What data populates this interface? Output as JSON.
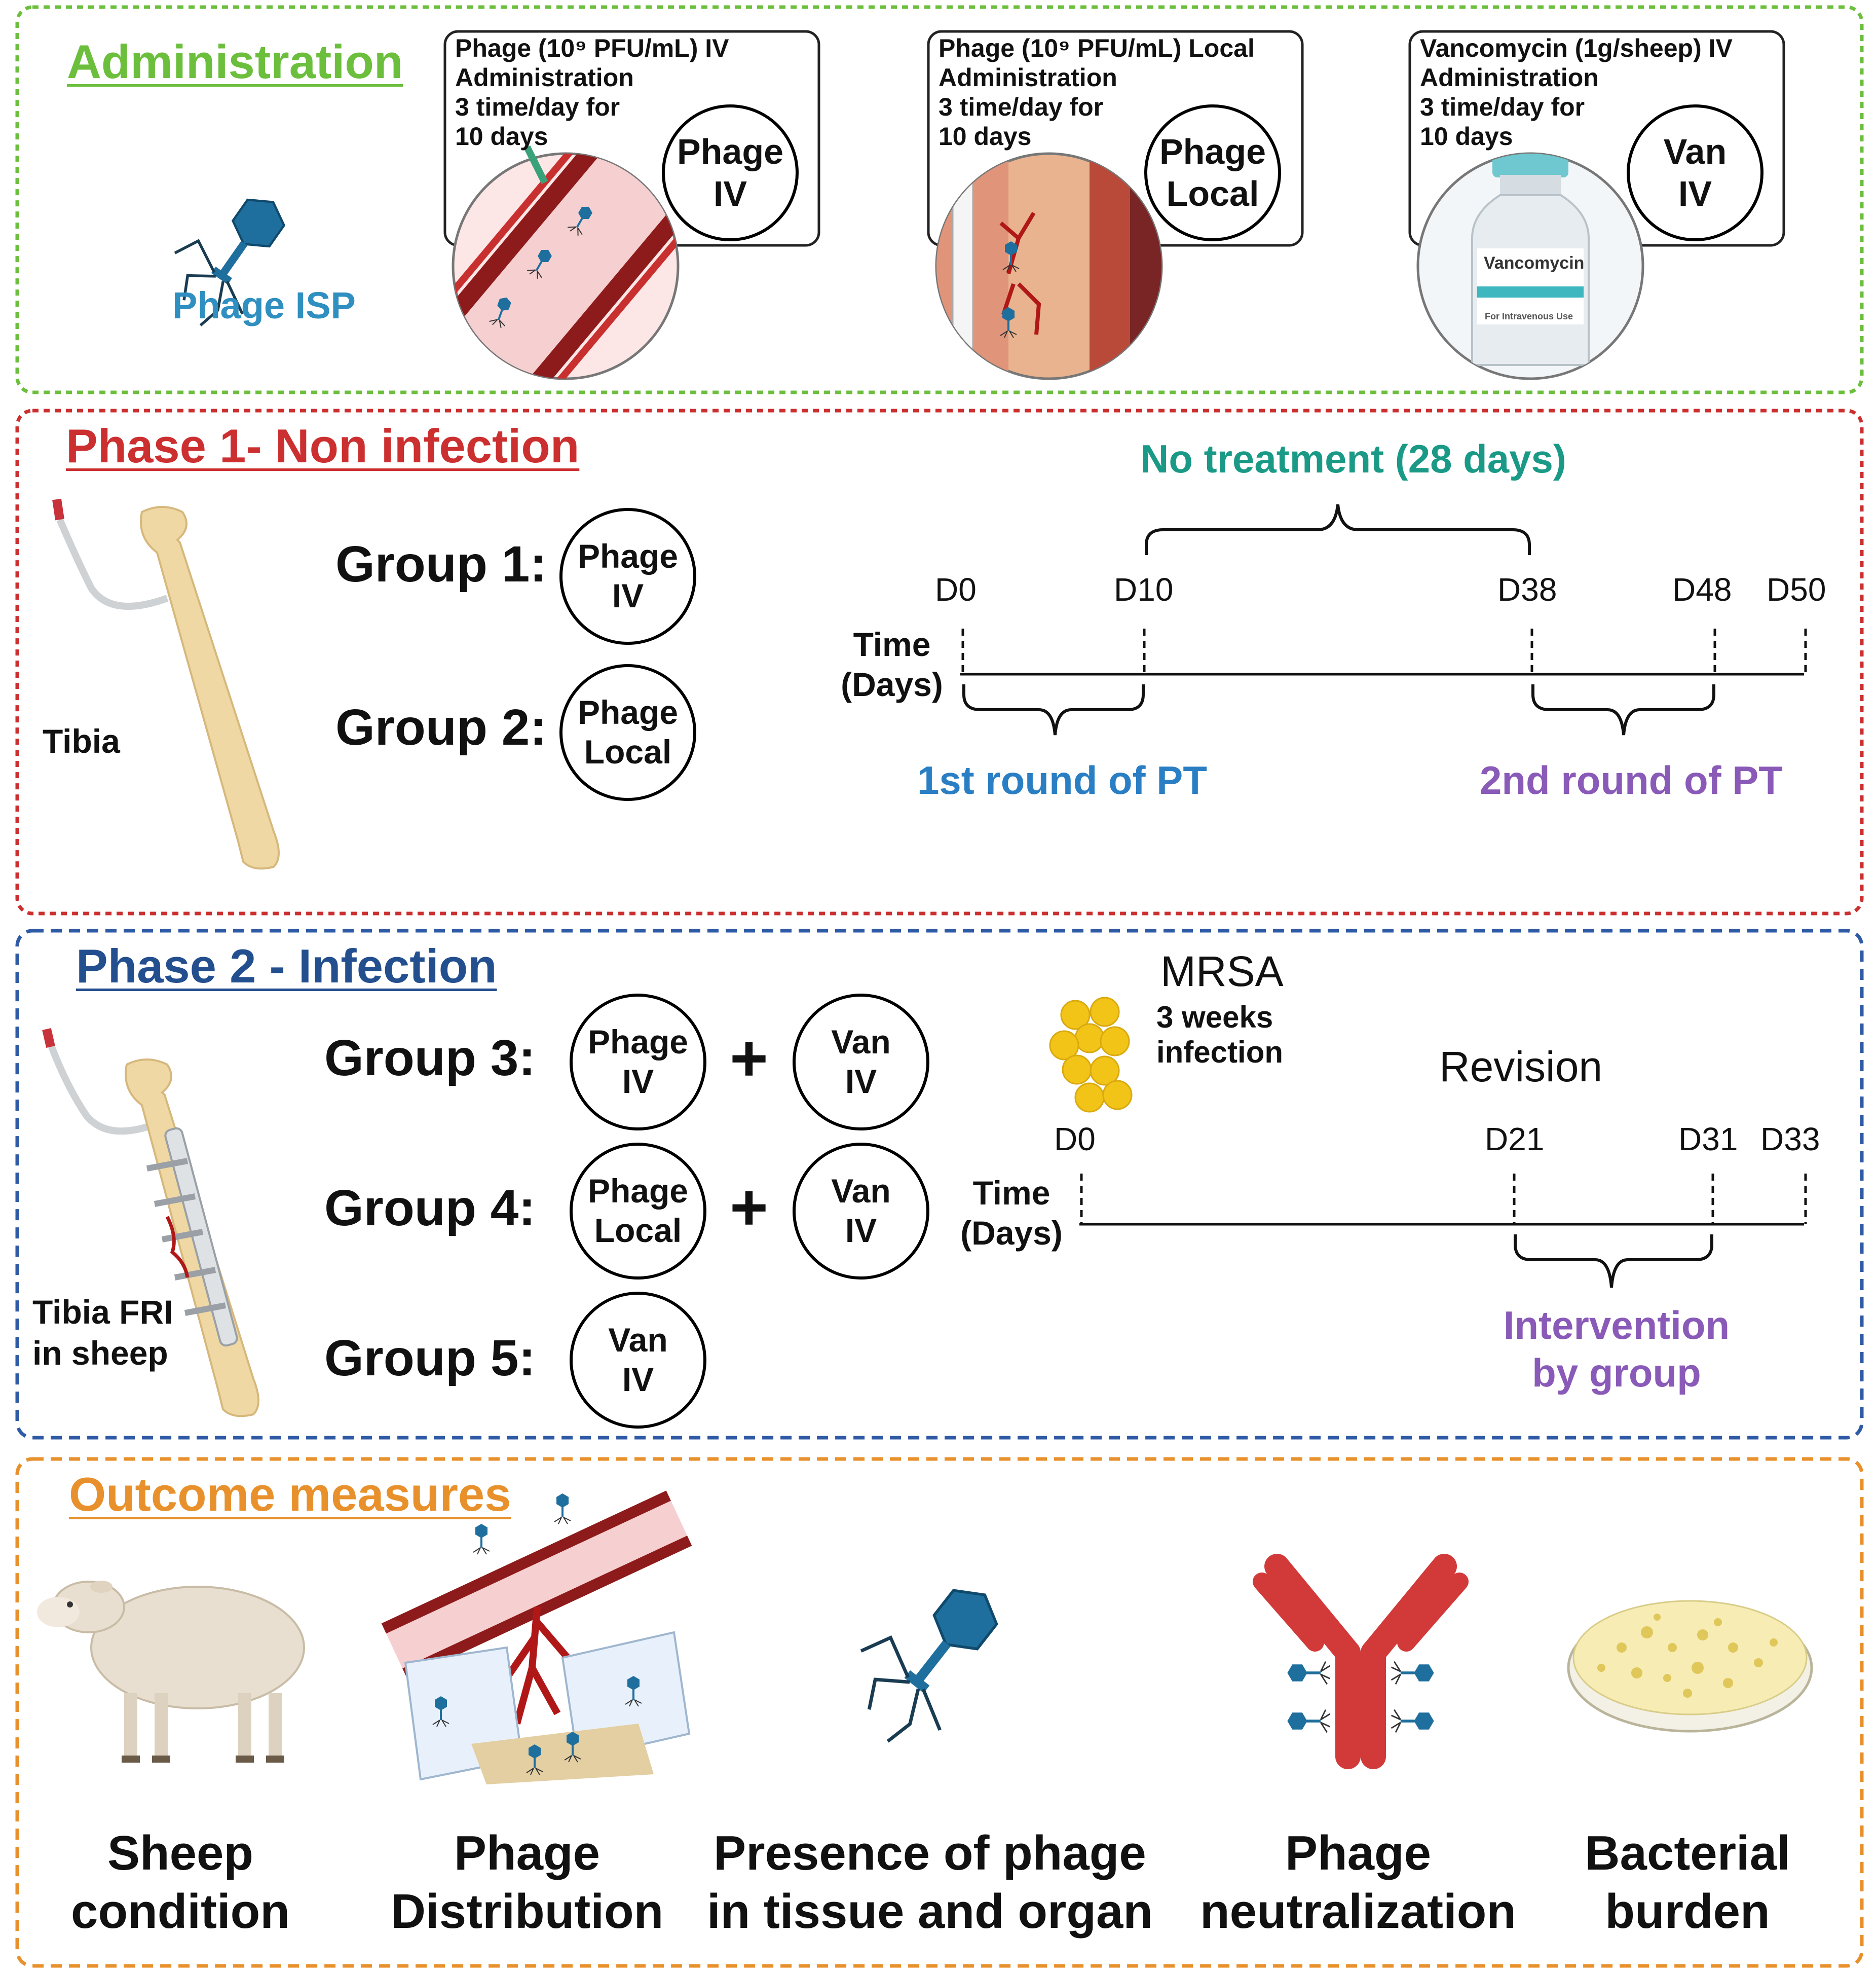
{
  "administration": {
    "title": "Administration",
    "phage_label": "Phage ISP",
    "panels": [
      {
        "line1": "Phage (10⁹ PFU/mL) IV",
        "line2": "Administration",
        "line3": "3 time/day for",
        "line4": "10 days",
        "badge_top": "Phage",
        "badge_bottom": "IV"
      },
      {
        "line1": "Phage (10⁹ PFU/mL) Local",
        "line2": "Administration",
        "line3": "3 time/day for",
        "line4": "10 days",
        "badge_top": "Phage",
        "badge_bottom": "Local"
      },
      {
        "line1": "Vancomycin (1g/sheep) IV",
        "line2": "Administration",
        "line3": "3 time/day for",
        "line4": "10 days",
        "badge_top": "Van",
        "badge_bottom": "IV"
      }
    ],
    "vial_label": "Vancomycin",
    "vial_sublabel": "For Intravenous Use"
  },
  "phase1": {
    "title": "Phase 1- Non infection",
    "bone_label": "Tibia",
    "groups": [
      {
        "label": "Group 1:",
        "badge_top": "Phage",
        "badge_bottom": "IV"
      },
      {
        "label": "Group 2:",
        "badge_top": "Phage",
        "badge_bottom": "Local"
      }
    ],
    "no_treatment": "No treatment (28 days)",
    "axis_line1": "Time",
    "axis_line2": "(Days)",
    "ticks": [
      "D0",
      "D10",
      "D38",
      "D48",
      "D50"
    ],
    "round1": "1st round of PT",
    "round2": "2nd round of PT"
  },
  "phase2": {
    "title": "Phase 2 - Infection",
    "bone_label_line1": "Tibia FRI",
    "bone_label_line2": "in sheep",
    "groups": [
      {
        "label": "Group 3:",
        "a_top": "Phage",
        "a_bottom": "IV",
        "plus": "+",
        "b_top": "Van",
        "b_bottom": "IV"
      },
      {
        "label": "Group 4:",
        "a_top": "Phage",
        "a_bottom": "Local",
        "plus": "+",
        "b_top": "Van",
        "b_bottom": "IV"
      },
      {
        "label": "Group 5:",
        "a_top": "Van",
        "a_bottom": "IV"
      }
    ],
    "mrsa": "MRSA",
    "infection_line1": "3 weeks",
    "infection_line2": "infection",
    "revision": "Revision",
    "axis_line1": "Time",
    "axis_line2": "(Days)",
    "ticks": [
      "D0",
      "D21",
      "D31",
      "D33"
    ],
    "intervention_line1": "Intervention",
    "intervention_line2": "by group"
  },
  "outcomes": {
    "title": "Outcome measures",
    "items": [
      {
        "line1": "Sheep",
        "line2": "condition"
      },
      {
        "line1": "Phage",
        "line2": "Distribution"
      },
      {
        "line1": "Presence of phage",
        "line2": "in tissue and organ"
      },
      {
        "line1": "Phage",
        "line2": "neutralization"
      },
      {
        "line1": "Bacterial",
        "line2": "burden"
      }
    ]
  },
  "colors": {
    "administration": "#6cbf3d",
    "phase1": "#cc2f2f",
    "phase2": "#234f8f",
    "outcomes": "#e8912c",
    "teal": "#1a9a86",
    "blue": "#2a7fc4",
    "purple": "#8a5ab8",
    "phage": "#1f6f9e",
    "bone": "#efd8a4"
  }
}
